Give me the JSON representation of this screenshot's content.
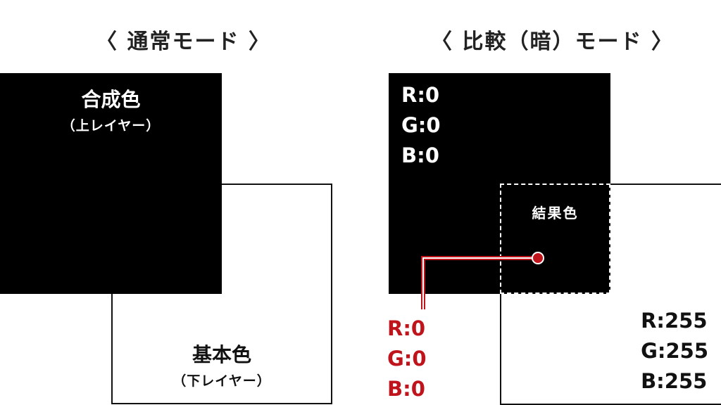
{
  "normal_mode": {
    "title": "〈 通常モード 〉",
    "blend_label": "合成色",
    "blend_sub": "（上レイヤー）",
    "base_label": "基本色",
    "base_sub": "（下レイヤー）"
  },
  "darken_mode": {
    "title": "〈 比較（暗）モード 〉",
    "blend_rgb": {
      "r": "R:0",
      "g": "G:0",
      "b": "B:0"
    },
    "result_label": "結果色",
    "result_rgb": {
      "r": "R:0",
      "g": "G:0",
      "b": "B:0"
    },
    "base_rgb": {
      "r": "R:255",
      "g": "G:255",
      "b": "B:255"
    }
  },
  "colors": {
    "accent": "#c0141c",
    "black": "#000000",
    "white": "#ffffff"
  }
}
